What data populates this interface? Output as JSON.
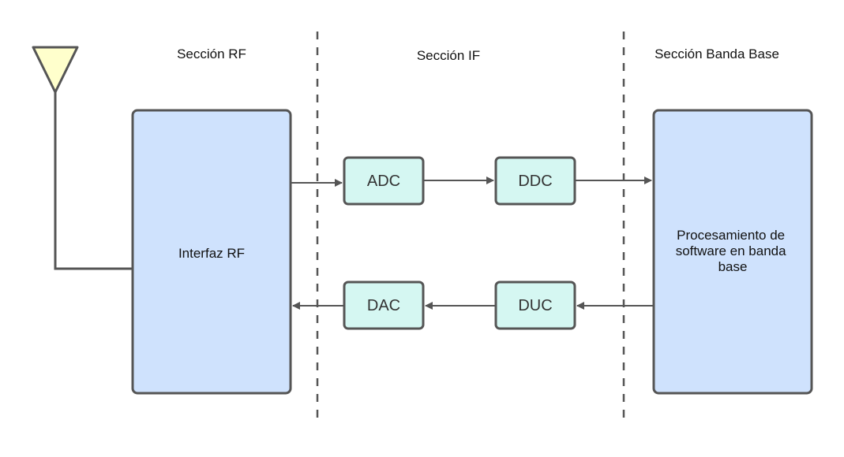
{
  "sections": {
    "rf": "Sección RF",
    "if": "Sección IF",
    "baseband": "Sección Banda Base"
  },
  "blocks": {
    "rf_interface": "Interfaz RF",
    "adc": "ADC",
    "ddc": "DDC",
    "dac": "DAC",
    "duc": "DUC",
    "baseband_processing": [
      "Procesamiento de",
      "software en banda",
      "base"
    ]
  },
  "colors": {
    "large_block_fill": "#cfe2fd",
    "small_block_fill": "#d5f7f2",
    "antenna_fill": "#ffffcc",
    "stroke": "#555555",
    "divider": "#555555"
  }
}
